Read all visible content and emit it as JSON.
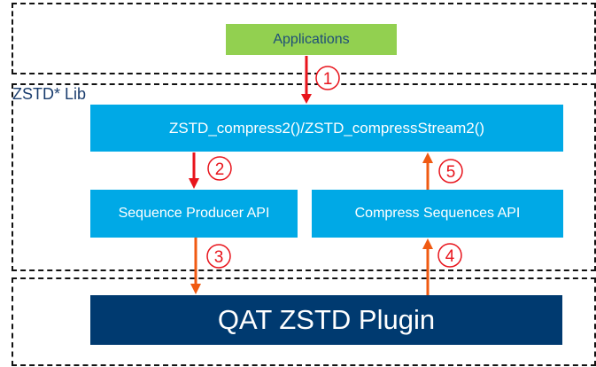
{
  "regions": {
    "apps_layer": "",
    "lib_layer_label": "ZSTD* Lib",
    "plugin_layer": ""
  },
  "boxes": {
    "applications": "Applications",
    "compress_api": "ZSTD_compress2()/ZSTD_compressStream2()",
    "sequence_producer": "Sequence Producer API",
    "compress_sequences": "Compress Sequences API",
    "plugin": "QAT ZSTD Plugin"
  },
  "steps": [
    "1",
    "2",
    "3",
    "4",
    "5"
  ],
  "colors": {
    "applications_bg": "#92d050",
    "applications_text": "#1f4e79",
    "api_bg": "#00a9e6",
    "plugin_bg": "#003a70",
    "arrow_red": "#e8141c",
    "arrow_orange": "#f05a12",
    "step_circle": "#e8141c"
  }
}
